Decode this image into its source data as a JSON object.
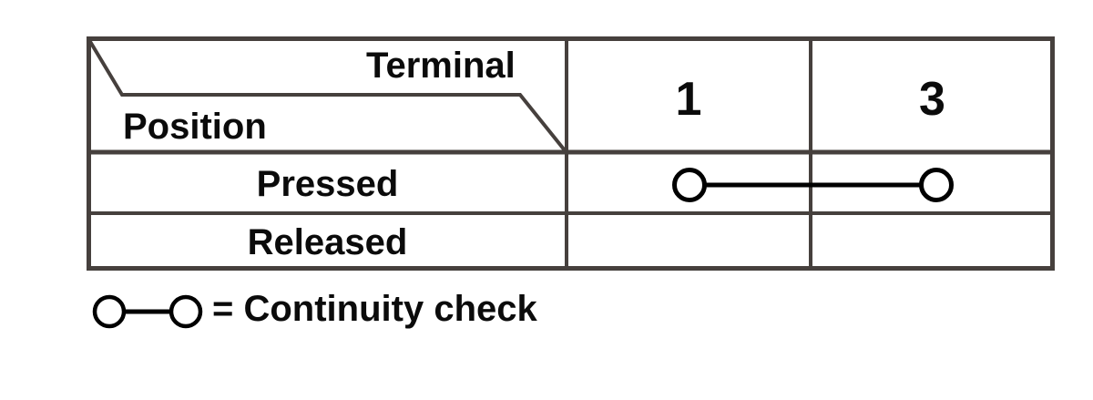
{
  "figure": {
    "type": "continuity-check-table",
    "description": "Switch terminal continuity table with diagonal split header"
  },
  "table": {
    "corner": {
      "top_right_label": "Terminal",
      "bottom_left_label": "Position"
    },
    "columns": [
      "1",
      "3"
    ],
    "rows": [
      {
        "label": "Pressed",
        "continuity_between_terminals": [
          "1",
          "3"
        ]
      },
      {
        "label": "Released",
        "continuity_between_terminals": []
      }
    ]
  },
  "legend": {
    "symbol": "circle-line-circle",
    "text": "= Continuity check"
  },
  "colors": {
    "background": "#ffffff",
    "grid_line": "#46403d",
    "symbol": "#000000",
    "text": "#0b0b0b"
  }
}
